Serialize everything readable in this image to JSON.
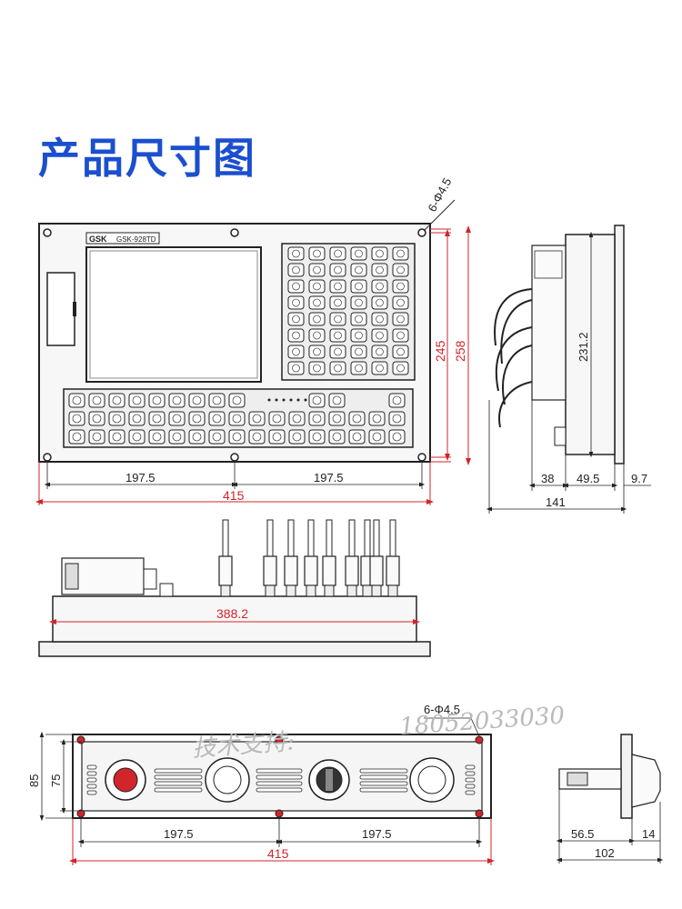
{
  "title": "产品尺寸图",
  "brand_logo": "GSK",
  "model_label": "GSK-928TD",
  "front": {
    "hole_spec": "6-Φ4.5",
    "half_width_left": "197.5",
    "half_width_right": "197.5",
    "total_width": "415",
    "inner_height": "245",
    "total_height": "258"
  },
  "side": {
    "height": "231.2",
    "depth_a": "38",
    "depth_b": "49.5",
    "depth_c": "9.7",
    "total_depth": "141"
  },
  "top_view": {
    "inner_width": "388.2"
  },
  "mpg": {
    "hole_spec": "6-Φ4.5",
    "outer_height": "85",
    "inner_height": "75",
    "half_width_left": "197.5",
    "half_width_right": "197.5",
    "total_width": "415",
    "side_depth_a": "56.5",
    "side_depth_b": "14",
    "side_total": "102"
  },
  "watermark": {
    "text": "技术支持:",
    "phone": "18052033030"
  },
  "colors": {
    "title": "#1b4fd0",
    "dimension_red": "#d0252b",
    "line": "#222222"
  }
}
